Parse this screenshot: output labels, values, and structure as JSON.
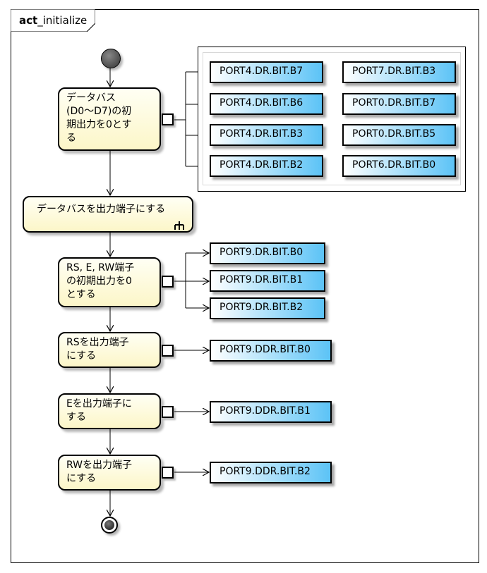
{
  "frame": {
    "keyword": "act",
    "name": "_initialize"
  },
  "actions": {
    "a1": [
      "データバス",
      "(D0〜D7)の初",
      "期出力を0とす",
      "る"
    ],
    "a2": [
      "データバスを出力端子にする"
    ],
    "a3": [
      "RS, E, RW端子",
      "の初期出力を0",
      "とする"
    ],
    "a4": [
      "RSを出力端子",
      "にする"
    ],
    "a5": [
      "Eを出力端子に",
      "する"
    ],
    "a6": [
      "RWを出力端子",
      "にする"
    ]
  },
  "objects": {
    "data_bus_group": [
      "PORT4.DR.BIT.B7",
      "PORT7.DR.BIT.B3",
      "PORT4.DR.BIT.B6",
      "PORT0.DR.BIT.B7",
      "PORT4.DR.BIT.B3",
      "PORT0.DR.BIT.B5",
      "PORT4.DR.BIT.B2",
      "PORT6.DR.BIT.B0"
    ],
    "control_init": [
      "PORT9.DR.BIT.B0",
      "PORT9.DR.BIT.B1",
      "PORT9.DR.BIT.B2"
    ],
    "rs_ddr": "PORT9.DDR.BIT.B0",
    "e_ddr": "PORT9.DDR.BIT.B1",
    "rw_ddr": "PORT9.DDR.BIT.B2"
  },
  "colors": {
    "action_fill": "#fcf6c8",
    "object_fill": "#5cc3f6",
    "stroke": "#000000"
  }
}
